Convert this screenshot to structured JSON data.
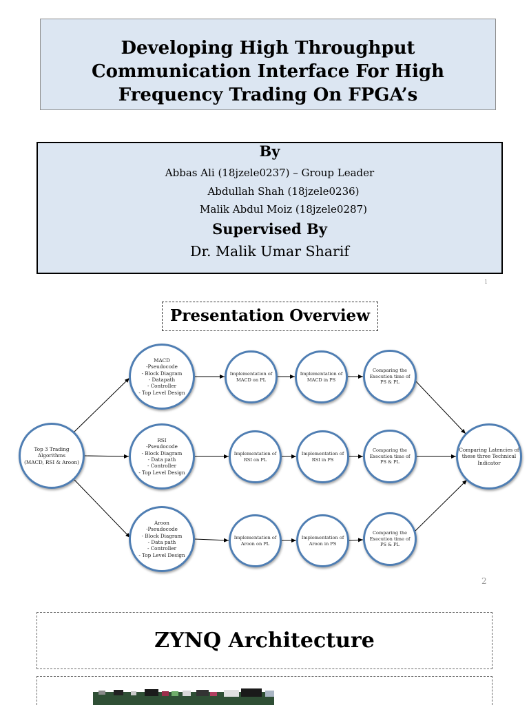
{
  "slide1": {
    "title_lines": [
      "Developing High Throughput",
      "Communication Interface For High",
      "Frequency Trading On FPGA’s"
    ],
    "by_label": "By",
    "authors": [
      "Abbas Ali (18jzele0237) – Group Leader",
      "Abdullah Shah (18jzele0236)",
      "Malik Abdul Moiz (18jzele0287)"
    ],
    "supervised_label": "Supervised By",
    "supervisor": "Dr. Malik Umar Sharif",
    "page_number": "1"
  },
  "slide2": {
    "heading": "Presentation Overview",
    "start_node": "Top 3 Trading\nAlgorithms\n(MACD, RSI & Aroon)",
    "rows": [
      {
        "algorithm": "MACD\n-Pseudocode\n- Block Diagram\n- Datapath\n- Controller\n- Top Level Design",
        "pl": "Implementation of\nMACD on PL",
        "ps": "Implementation of\nMACD in PS",
        "compare": "Comparing the\nExecution time of\nPS & PL"
      },
      {
        "algorithm": "RSI\n-Pseudocode\n- Block Diagram\n- Data path\n- Controller\n- Top Level Design",
        "pl": "Implementation of\nRSI on PL",
        "ps": "Implementation of\nRSI in PS",
        "compare": "Comparing the\nExecution time of\nPS & PL"
      },
      {
        "algorithm": "Aroon\n-Pseudocode\n- Block Diagram\n- Data path\n- Controller\n- Top Level Design",
        "pl": "Implementation of\nAroon on PL",
        "ps": "Implementation of\nAroon in PS",
        "compare": "Comparing the\nExecution time of\nPS & PL"
      }
    ],
    "end_node": "Comparing Latencies of\nthese three Technical\nIndicator",
    "page_number": "2"
  },
  "slide3": {
    "heading": "ZYNQ Architecture"
  },
  "colors": {
    "box_fill": "#dce6f2",
    "node_border": "#4f7eb3",
    "board_green": "#2f4f35"
  }
}
